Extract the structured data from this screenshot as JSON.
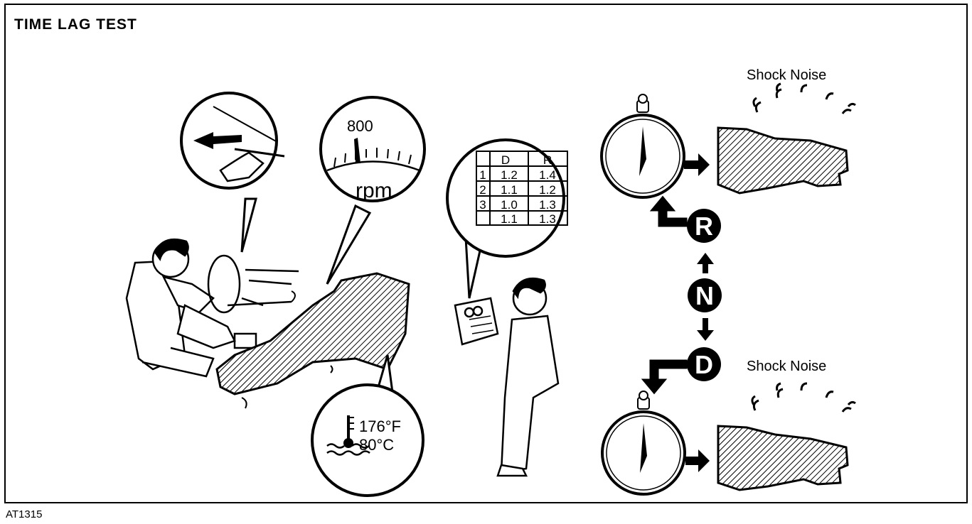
{
  "title": "TIME LAG TEST",
  "figure_id": "AT1315",
  "tachometer": {
    "value": "800",
    "unit": "rpm"
  },
  "temperature": {
    "fahrenheit": "176°F",
    "celsius": "80°C"
  },
  "results_table": {
    "headers": [
      "",
      "D",
      "R"
    ],
    "rows": [
      [
        "1",
        "1.2",
        "1.4"
      ],
      [
        "2",
        "1.1",
        "1.2"
      ],
      [
        "3",
        "1.0",
        "1.3"
      ],
      [
        "",
        "1.1",
        "1.3"
      ]
    ]
  },
  "shift_positions": [
    "R",
    "N",
    "D"
  ],
  "shock_noise_top": "Shock Noise",
  "shock_noise_bottom": "Shock Noise"
}
